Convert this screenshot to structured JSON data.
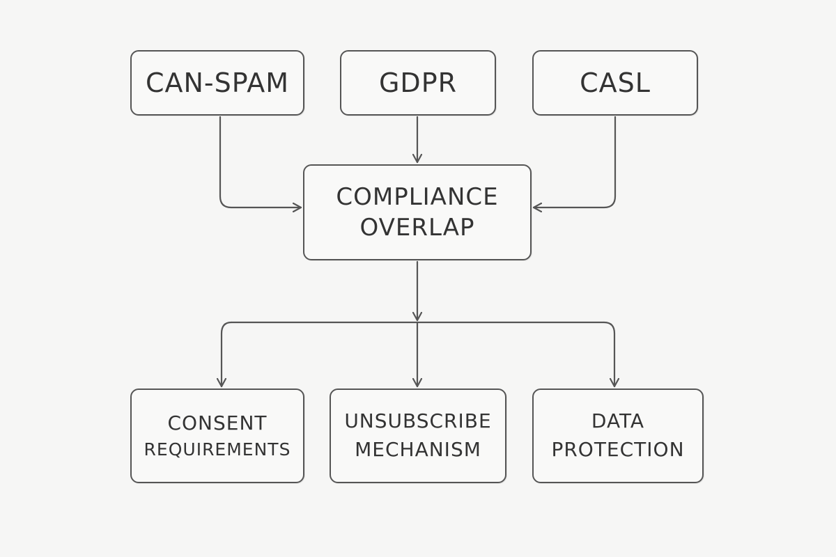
{
  "regulations": [
    {
      "label": "CAN-SPAM"
    },
    {
      "label": "GDPR"
    },
    {
      "label": "CASL"
    }
  ],
  "center": {
    "line1": "COMPLIANCE",
    "line2": "OVERLAP"
  },
  "outcomes": [
    {
      "line1": "CONSENT",
      "line2": "REQUIREMENTS"
    },
    {
      "line1": "UNSUBSCRIBE",
      "line2": "MECHANISM"
    },
    {
      "line1": "DATA",
      "line2": "PROTECTION"
    }
  ],
  "colors": {
    "stroke": "#555555",
    "text": "#333333",
    "background": "#f6f6f5"
  }
}
